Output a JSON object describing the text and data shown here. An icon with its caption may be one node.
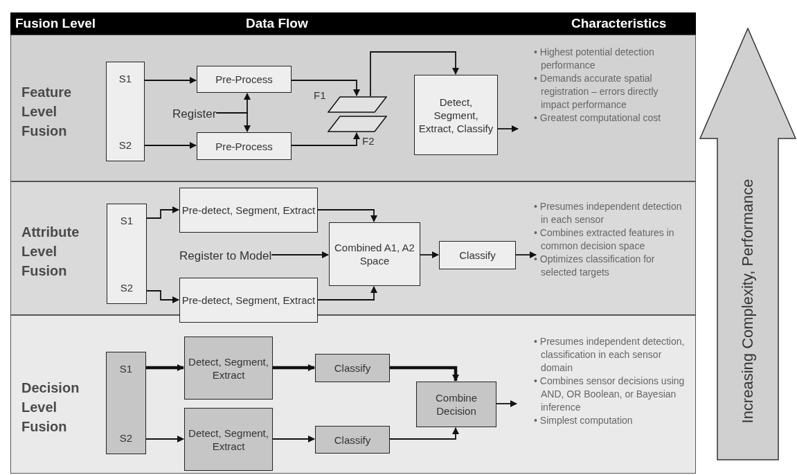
{
  "diagram": {
    "nodes": [
      {
        "text": [
          "Fusion Level",
          "Data Flow",
          "Characteristics"
        ]
      },
      {
        "text": [
          "Feature Level Fusion",
          "• Highest potential detection performance",
          "• Demands accurate spatial registration – errors directly impact performance",
          "• Greatest computational cost"
        ]
      },
      {
        "text": [
          "S1",
          "S2"
        ],
        "in": 1
      },
      {
        "text": [
          "Pre-Process"
        ],
        "in": 1
      },
      {
        "text": [
          "Register"
        ],
        "in": 1
      },
      {
        "text": [
          "Pre-Process"
        ],
        "in": 1
      },
      {
        "text": [],
        "shape": "parallelogram",
        "beside": [
          "F1"
        ],
        "in": 1
      },
      {
        "text": [],
        "shape": "parallelogram",
        "beside": [
          "F2"
        ],
        "in": 1
      },
      {
        "text": [
          "Detect, Segment, Extract, Classify"
        ],
        "in": 1
      },
      {
        "text": [
          "Attribute Level Fusion",
          "• Presumes independent detection in each sensor",
          "• Combines extracted features in common decision space",
          "• Optimizes classification for selected targets"
        ]
      },
      {
        "text": [
          "S1",
          "S2"
        ],
        "in": 9
      },
      {
        "text": [
          "Pre-detect, Segment, Extract"
        ],
        "in": 9
      },
      {
        "text": [
          "Register to Model"
        ],
        "in": 9
      },
      {
        "text": [
          "Combined A1, A2 Space"
        ],
        "in": 9
      },
      {
        "text": [
          "Pre-detect, Segment, Extract"
        ],
        "in": 9
      },
      {
        "text": [
          "Classify"
        ],
        "in": 9
      },
      {
        "text": [
          "Decision Level Fusion",
          "• Presumes independent detection, classification in each sensor domain",
          "• Combines sensor decisions using AND, OR Boolean, or Bayesian inference",
          "• Simplest computation"
        ]
      },
      {
        "text": [
          "S1",
          "S2"
        ],
        "in": 16
      },
      {
        "text": [
          "Detect, Segment, Extract"
        ],
        "in": 16
      },
      {
        "text": [
          "Classify"
        ],
        "in": 16
      },
      {
        "text": [
          "Combine Decision"
        ],
        "in": 16
      },
      {
        "text": [
          "Detect, Segment, Extract"
        ],
        "in": 16
      },
      {
        "text": [
          "Classify"
        ],
        "in": 16
      },
      {
        "text": [
          "Increasing Complexity, Performance"
        ]
      }
    ],
    "edges": [
      {
        "from": 2,
        "to": 3,
        "arrow": "to"
      },
      {
        "from": 2,
        "to": 5,
        "arrow": "to"
      },
      {
        "from": 4,
        "to": 3,
        "arrow": "to"
      },
      {
        "from": 4,
        "to": 5,
        "arrow": "to"
      },
      {
        "from": 3,
        "to": 6,
        "arrow": "to"
      },
      {
        "from": 5,
        "to": 7,
        "arrow": "to"
      },
      {
        "from": 6,
        "to": 8,
        "arrow": "to"
      },
      {
        "from": 8,
        "to": null,
        "arrow": "to"
      },
      {
        "from": 10,
        "to": 11,
        "arrow": "to"
      },
      {
        "from": 10,
        "to": 14,
        "arrow": "to"
      },
      {
        "from": 11,
        "to": 13,
        "arrow": "to"
      },
      {
        "from": 12,
        "to": 13,
        "arrow": "to"
      },
      {
        "from": 14,
        "to": 13,
        "arrow": "to"
      },
      {
        "from": 13,
        "to": 15,
        "arrow": "to"
      },
      {
        "from": 15,
        "to": null,
        "arrow": "to"
      },
      {
        "from": 17,
        "to": 18,
        "arrow": "to",
        "style": "thick"
      },
      {
        "from": 18,
        "to": 19,
        "arrow": "to",
        "style": "thick"
      },
      {
        "from": 19,
        "to": 20,
        "arrow": "to",
        "style": "thick"
      },
      {
        "from": 17,
        "to": 21,
        "arrow": "to"
      },
      {
        "from": 21,
        "to": 22,
        "arrow": "to"
      },
      {
        "from": 22,
        "to": 20,
        "arrow": "to"
      },
      {
        "from": 20,
        "to": null,
        "arrow": "to"
      }
    ]
  }
}
